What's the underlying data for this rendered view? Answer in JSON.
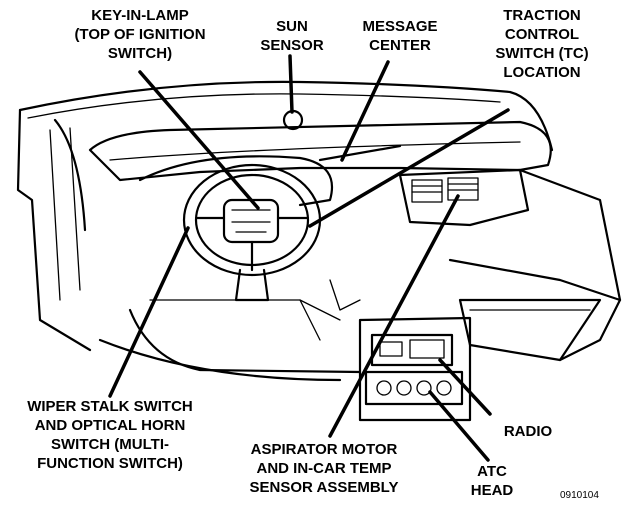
{
  "callouts": {
    "key_in_lamp": [
      "KEY-IN-LAMP",
      "(TOP OF IGNITION",
      "SWITCH)"
    ],
    "sun_sensor": [
      "SUN",
      "SENSOR"
    ],
    "message_center": [
      "MESSAGE",
      "CENTER"
    ],
    "traction_control": [
      "TRACTION",
      "CONTROL",
      "SWITCH (TC)",
      "LOCATION"
    ],
    "wiper_stalk": [
      "WIPER STALK SWITCH",
      "AND OPTICAL HORN",
      "SWITCH (MULTI-",
      "FUNCTION SWITCH)"
    ],
    "aspirator": [
      "ASPIRATOR MOTOR",
      "AND IN-CAR TEMP",
      "SENSOR ASSEMBLY"
    ],
    "radio": [
      "RADIO"
    ],
    "atc_head": [
      "ATC",
      "HEAD"
    ]
  },
  "figure_code": "0910104"
}
